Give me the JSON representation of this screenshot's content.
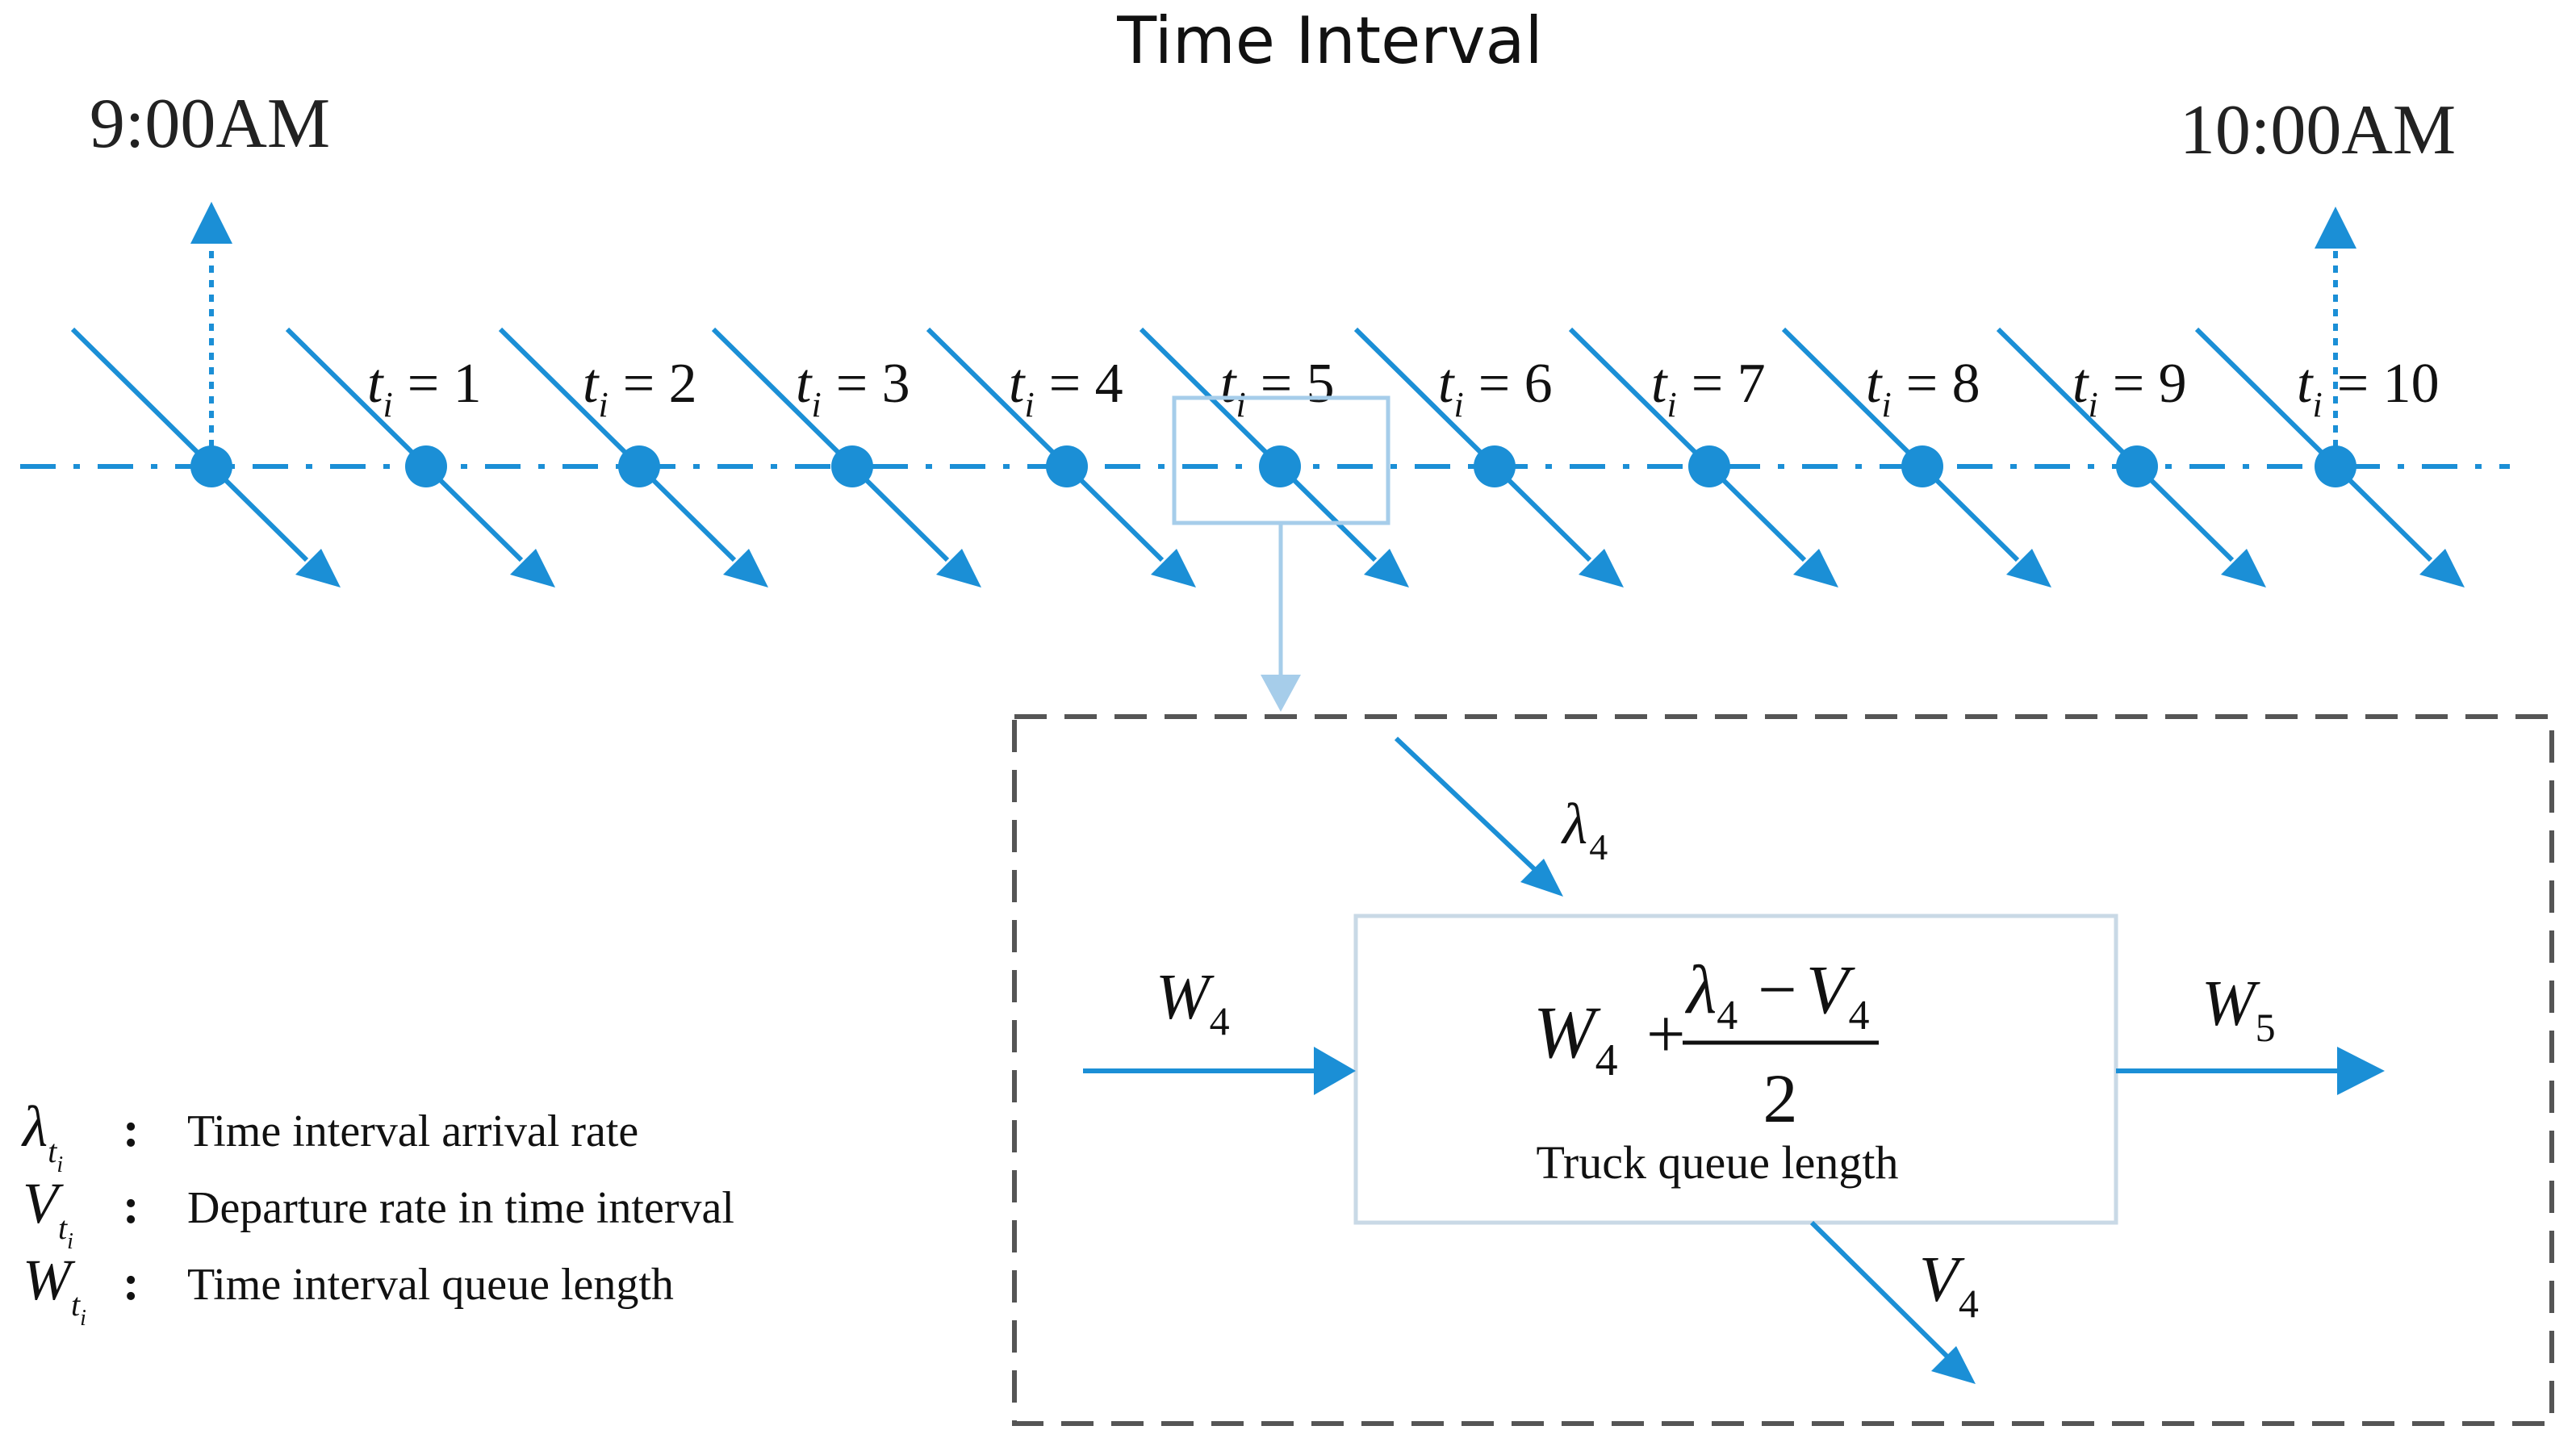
{
  "title": "Time Interval",
  "start_time": "9:00AM",
  "end_time": "10:00AM",
  "interval_var": "t",
  "interval_sub": "i",
  "intervals": [
    "1",
    "2",
    "3",
    "4",
    "5",
    "6",
    "7",
    "8",
    "9",
    "10"
  ],
  "detail": {
    "arrival_symbol": "λ",
    "arrival_sub": "4",
    "departure_symbol": "V",
    "departure_sub": "4",
    "queue_in_symbol": "W",
    "queue_in_sub": "4",
    "queue_out_symbol": "W",
    "queue_out_sub": "5",
    "formula_plus": "+",
    "formula_minus": "−",
    "formula_denominator": "2",
    "box_caption": "Truck queue length"
  },
  "legend": [
    {
      "symbol": "λ",
      "sub": "t",
      "subsub": "i",
      "desc": "Time interval arrival rate"
    },
    {
      "symbol": "V",
      "sub": "t",
      "subsub": "i",
      "desc": "Departure rate in time interval"
    },
    {
      "symbol": "W",
      "sub": "t",
      "subsub": "i",
      "desc": "Time interval queue length"
    }
  ],
  "legend_separator": ":",
  "colors": {
    "accent": "#1b8fd6",
    "connector": "#a6cdea",
    "dashed_border": "#555555",
    "box_border": "#c9d9e6",
    "text": "#111111"
  }
}
